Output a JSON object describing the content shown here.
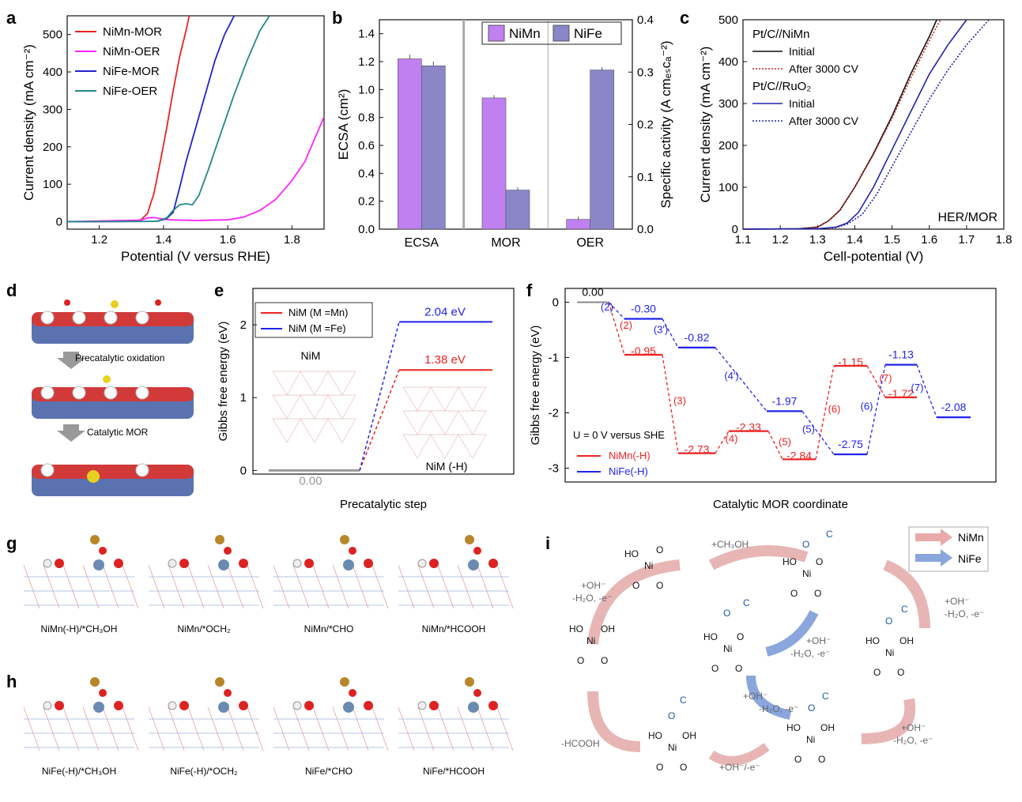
{
  "panel_labels": [
    "a",
    "b",
    "c",
    "d",
    "e",
    "f",
    "g",
    "h",
    "i"
  ],
  "chart_data": [
    {
      "id": "a",
      "type": "line",
      "xlabel": "Potential (V versus RHE)",
      "ylabel": "Current density (mA cm⁻²)",
      "xlim": [
        1.1,
        1.9
      ],
      "ylim": [
        -20,
        550
      ],
      "xticks": [
        "1.2",
        "1.4",
        "1.6",
        "1.8"
      ],
      "yticks": [
        "0",
        "100",
        "200",
        "300",
        "400",
        "500"
      ],
      "legend_position": "top-left",
      "series": [
        {
          "name": "NiMn-MOR",
          "color": "#ee2222",
          "points": [
            [
              1.1,
              0
            ],
            [
              1.3,
              1
            ],
            [
              1.33,
              5
            ],
            [
              1.35,
              22
            ],
            [
              1.37,
              75
            ],
            [
              1.39,
              160
            ],
            [
              1.41,
              250
            ],
            [
              1.43,
              350
            ],
            [
              1.45,
              440
            ],
            [
              1.47,
              510
            ],
            [
              1.48,
              550
            ]
          ]
        },
        {
          "name": "NiMn-OER",
          "color": "#ff22ff",
          "points": [
            [
              1.1,
              0
            ],
            [
              1.33,
              4
            ],
            [
              1.35,
              10
            ],
            [
              1.37,
              11
            ],
            [
              1.39,
              8
            ],
            [
              1.42,
              5
            ],
            [
              1.5,
              3
            ],
            [
              1.6,
              5
            ],
            [
              1.65,
              12
            ],
            [
              1.7,
              30
            ],
            [
              1.75,
              60
            ],
            [
              1.8,
              110
            ],
            [
              1.84,
              160
            ],
            [
              1.87,
              220
            ],
            [
              1.9,
              280
            ]
          ]
        },
        {
          "name": "NiFe-MOR",
          "color": "#2222cc",
          "points": [
            [
              1.1,
              0
            ],
            [
              1.38,
              1
            ],
            [
              1.41,
              8
            ],
            [
              1.43,
              25
            ],
            [
              1.45,
              90
            ],
            [
              1.47,
              160
            ],
            [
              1.5,
              250
            ],
            [
              1.53,
              340
            ],
            [
              1.56,
              430
            ],
            [
              1.59,
              500
            ],
            [
              1.62,
              550
            ]
          ]
        },
        {
          "name": "NiFe-OER",
          "color": "#22888a",
          "points": [
            [
              1.1,
              0
            ],
            [
              1.38,
              1
            ],
            [
              1.41,
              10
            ],
            [
              1.43,
              30
            ],
            [
              1.45,
              45
            ],
            [
              1.47,
              48
            ],
            [
              1.49,
              45
            ],
            [
              1.51,
              70
            ],
            [
              1.54,
              140
            ],
            [
              1.58,
              240
            ],
            [
              1.62,
              340
            ],
            [
              1.66,
              430
            ],
            [
              1.7,
              510
            ],
            [
              1.73,
              550
            ]
          ]
        }
      ]
    },
    {
      "id": "b",
      "type": "bar",
      "categories": [
        "ECSA",
        "MOR",
        "OER"
      ],
      "ylabel": "ECSA (cm²)",
      "y2label": "Specific activity (A cmₑₛᴄₐ⁻²)",
      "ylim": [
        0,
        1.5
      ],
      "y2lim": [
        0,
        0.4
      ],
      "yticks": [
        "0.0",
        "0.2",
        "0.4",
        "0.6",
        "0.8",
        "1.0",
        "1.2",
        "1.4"
      ],
      "y2ticks": [
        "0.0",
        "0.1",
        "0.2",
        "0.3",
        "0.4"
      ],
      "legend_position": "top-right",
      "series": [
        {
          "name": "NiMn",
          "color": "#c080f0",
          "values": [
            1.22,
            0.94,
            0.07
          ]
        },
        {
          "name": "NiFe",
          "color": "#8a86c8",
          "values": [
            1.17,
            0.28,
            1.14
          ]
        }
      ],
      "error": [
        0.03,
        0.02,
        0.02
      ]
    },
    {
      "id": "c",
      "type": "line",
      "xlabel": "Cell-potential (V)",
      "ylabel": "Current density (mA cm⁻²)",
      "xlim": [
        1.1,
        1.8
      ],
      "ylim": [
        0,
        500
      ],
      "xticks": [
        "1.1",
        "1.2",
        "1.3",
        "1.4",
        "1.5",
        "1.6",
        "1.7",
        "1.8"
      ],
      "yticks": [
        "0",
        "100",
        "200",
        "300",
        "400",
        "500"
      ],
      "annotation": "HER/MOR",
      "legend_groups": [
        "Pt/C//NiMn",
        "Pt/C//RuO₂"
      ],
      "series": [
        {
          "name": "Initial",
          "group": 0,
          "color": "#111111",
          "dash": "",
          "points": [
            [
              1.1,
              0
            ],
            [
              1.25,
              1
            ],
            [
              1.3,
              5
            ],
            [
              1.33,
              20
            ],
            [
              1.36,
              45
            ],
            [
              1.4,
              100
            ],
            [
              1.45,
              180
            ],
            [
              1.5,
              270
            ],
            [
              1.55,
              370
            ],
            [
              1.6,
              460
            ],
            [
              1.62,
              500
            ]
          ]
        },
        {
          "name": "After 3000 CV",
          "group": 0,
          "color": "#cc2222",
          "dash": "2,2",
          "points": [
            [
              1.1,
              0
            ],
            [
              1.25,
              1
            ],
            [
              1.3,
              5
            ],
            [
              1.33,
              20
            ],
            [
              1.36,
              45
            ],
            [
              1.4,
              100
            ],
            [
              1.45,
              178
            ],
            [
              1.5,
              265
            ],
            [
              1.55,
              360
            ],
            [
              1.6,
              450
            ],
            [
              1.63,
              500
            ]
          ]
        },
        {
          "name": "Initial",
          "group": 1,
          "color": "#2222aa",
          "dash": "",
          "points": [
            [
              1.1,
              0
            ],
            [
              1.3,
              1
            ],
            [
              1.35,
              5
            ],
            [
              1.38,
              15
            ],
            [
              1.41,
              40
            ],
            [
              1.45,
              100
            ],
            [
              1.5,
              190
            ],
            [
              1.55,
              280
            ],
            [
              1.6,
              370
            ],
            [
              1.65,
              440
            ],
            [
              1.7,
              500
            ]
          ]
        },
        {
          "name": "After 3000 CV",
          "group": 1,
          "color": "#2222aa",
          "dash": "2,2",
          "points": [
            [
              1.1,
              0
            ],
            [
              1.3,
              1
            ],
            [
              1.35,
              4
            ],
            [
              1.38,
              12
            ],
            [
              1.42,
              35
            ],
            [
              1.46,
              85
            ],
            [
              1.5,
              150
            ],
            [
              1.55,
              230
            ],
            [
              1.6,
              310
            ],
            [
              1.65,
              380
            ],
            [
              1.7,
              440
            ],
            [
              1.76,
              500
            ]
          ]
        }
      ]
    },
    {
      "id": "e",
      "type": "line",
      "xlabel": "Precatalytic step",
      "ylabel": "Gibbs free energy (eV)",
      "ylim": [
        -0.05,
        2.5
      ],
      "yticks": [
        "0",
        "1",
        "2"
      ],
      "legend_position": "top-left",
      "series": [
        {
          "name": "NiM (M =Mn)",
          "color": "#ee2222",
          "value": 1.38,
          "label": "1.38 eV"
        },
        {
          "name": "NiM (M =Fe)",
          "color": "#2222ee",
          "value": 2.04,
          "label": "2.04 eV"
        }
      ],
      "start_value": 0.0,
      "start_label": "0.00",
      "state_labels": [
        "NiM",
        "NiM (-H)"
      ]
    },
    {
      "id": "f",
      "type": "line",
      "xlabel": "Catalytic MOR coordinate",
      "ylabel": "Gibbs free energy (eV)",
      "ylim": [
        -3.25,
        0.25
      ],
      "yticks": [
        "0",
        "-1",
        "-2",
        "-3"
      ],
      "condition": "U = 0 V versus SHE",
      "start": {
        "value": 0.0,
        "label": "0.00"
      },
      "series": [
        {
          "name": "NiMn(-H)",
          "color": "#ee2222",
          "levels": [
            -0.95,
            -2.73,
            -2.33,
            -2.84,
            -1.15,
            -1.72
          ],
          "labels": [
            "-0.95",
            "-2.73",
            "-2.33",
            "-2.84",
            "-1.15",
            "-1.72"
          ],
          "steps": [
            "(2)",
            "(3)",
            "(4)",
            "(5)",
            "(6)",
            "(7)"
          ]
        },
        {
          "name": "NiFe(-H)",
          "color": "#2222ee",
          "levels": [
            -0.3,
            -0.82,
            -1.97,
            -2.75,
            -1.13,
            -2.08
          ],
          "labels": [
            "-0.30",
            "-0.82",
            "-1.97",
            "-2.75",
            "-1.13",
            "-2.08"
          ],
          "steps": [
            "(2)",
            "(3')",
            "(4')",
            "(5)",
            "(6)",
            "(7)"
          ]
        }
      ]
    }
  ],
  "panel_d": {
    "steps": [
      "Precatalytic oxidation",
      "Catalytic MOR"
    ]
  },
  "panel_g": {
    "captions": [
      "NiMn(-H)/*CH₃OH",
      "NiMn/*OCH₂",
      "NiMn/*CHO",
      "NiMn/*HCOOH"
    ]
  },
  "panel_h": {
    "captions": [
      "NiFe(-H)/*CH₃OH",
      "NiFe(-H)/*OCH₂",
      "NiFe/*CHO",
      "NiFe/*HCOOH"
    ]
  },
  "panel_i": {
    "legend": [
      {
        "name": "NiMn",
        "color": "#e8aaaa"
      },
      {
        "name": "NiFe",
        "color": "#8aa6dd"
      }
    ],
    "arrow_labels": [
      "+CH₃OH",
      "+OH⁻",
      "-H₂O, -e⁻",
      "+OH⁻",
      "-H₂O, -e⁻",
      "+OH⁻",
      "-H₂O, -e⁻",
      "+OH⁻",
      "-H₂O, -e⁻",
      "+OH⁻",
      "-H₂O, -e⁻",
      "+OH⁻/-e⁻",
      "-HCOOH"
    ]
  }
}
